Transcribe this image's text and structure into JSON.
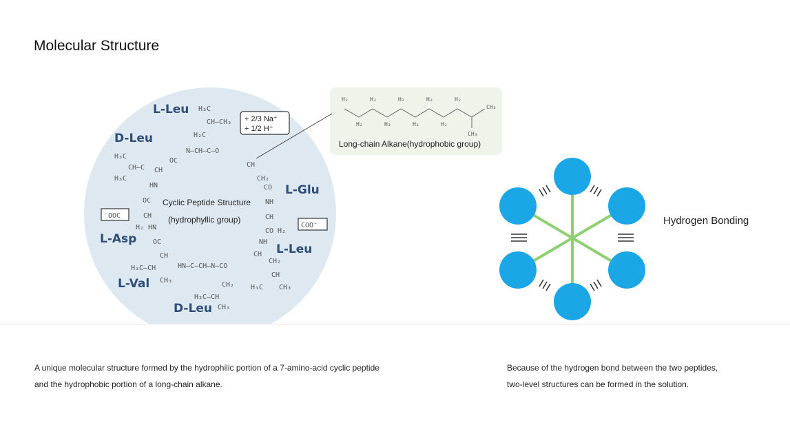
{
  "page": {
    "title": "Molecular Structure"
  },
  "cyclic_peptide": {
    "label_line1": "Cyclic Peptide Structure",
    "label_line2": "(hydrophyllic group)",
    "ion_line1": "+ 2/3 Na⁺",
    "ion_line2": "+ 1/2 H⁺",
    "coo_left": "⁻OOC",
    "coo_right": "COO⁻",
    "amino_acids": [
      "L-Leu",
      "D-Leu",
      "L-Glu",
      "L-Asp",
      "L-Leu",
      "L-Val",
      "D-Leu"
    ]
  },
  "alkane": {
    "label": "Long-chain Alkane(hydrophobic group)"
  },
  "hydrogen_bonding": {
    "label": "Hydrogen Bonding",
    "node_color": "#1ba7e6",
    "bond_color": "#8ecf6f"
  },
  "captions": {
    "left_line1": "A unique molecular structure formed by the hydrophilic portion of a 7-amino-acid cyclic peptide",
    "left_line2": "and the hydrophobic portion of a long-chain alkane.",
    "right_line1": "Because of the hydrogen bond between the two peptides,",
    "right_line2": "two-level structures can be formed in the solution."
  }
}
